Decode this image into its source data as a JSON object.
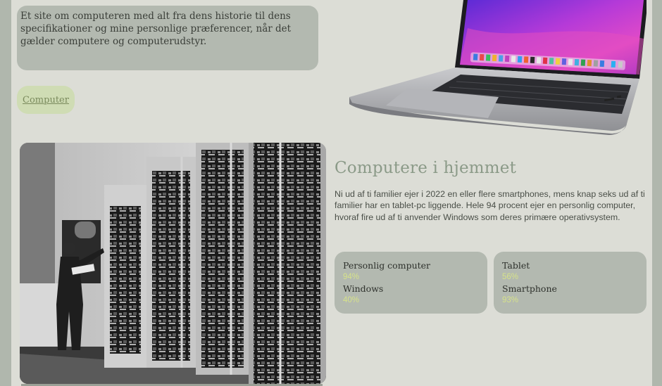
{
  "intro": {
    "text": "Et site om computeren med alt fra dens historie til dens specifikationer og mine personlige præferencer, når det gælder computere og computerudstyr."
  },
  "nav": {
    "computer_link": "Computer"
  },
  "section": {
    "title": "Computere i hjemmet",
    "paragraph": "Ni ud af ti familier ejer i 2022 en eller flere smartphones, mens knap seks ud af ti familier har en tablet-pc liggende. Hele 94 procent ejer en personlig computer, hvoraf fire ud af ti anvender Windows som deres primære operativsystem."
  },
  "stats": {
    "left": [
      {
        "label": "Personlig computer",
        "value": "94%"
      },
      {
        "label": "Windows",
        "value": "40%"
      }
    ],
    "right": [
      {
        "label": "Tablet",
        "value": "56%"
      },
      {
        "label": "Smartphone",
        "value": "93%"
      }
    ]
  },
  "colors": {
    "page_bg": "#dcddd6",
    "outer_bg": "#b0b7ad",
    "card_bg": "#b3b9b0",
    "accent_value": "#d6e28a",
    "heading": "#8b9a88"
  }
}
